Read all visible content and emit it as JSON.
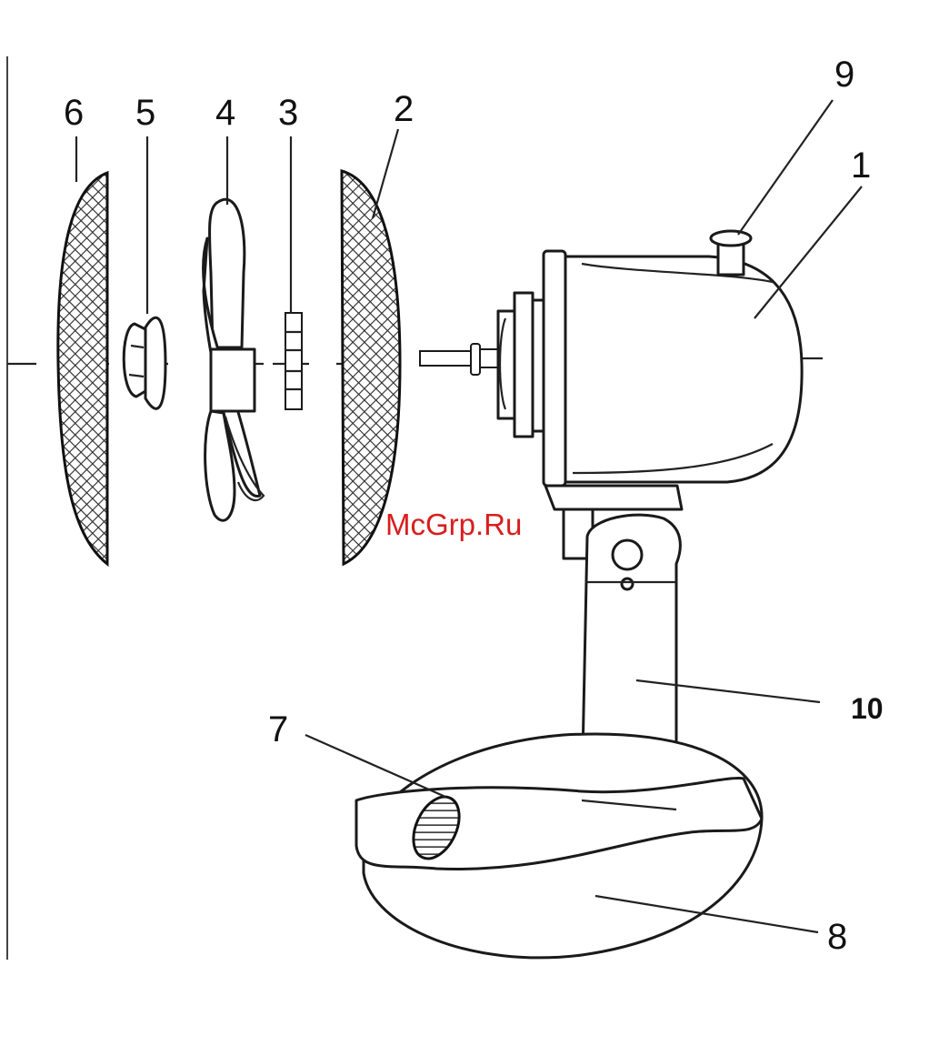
{
  "watermark": "McGrp.Ru",
  "callouts": {
    "n1": "1",
    "n2": "2",
    "n3": "3",
    "n4": "4",
    "n5": "5",
    "n6": "6",
    "n7": "7",
    "n8": "8",
    "n9": "9",
    "n10": "10"
  },
  "icons": {
    "front_grille": "mesh-grille-icon",
    "rear_grille": "mesh-grille-icon",
    "spinner": "spinner-cap-icon",
    "blade": "fan-blade-icon",
    "nut": "grille-nut-icon",
    "motor": "motor-housing-icon",
    "knob": "oscillation-knob-icon",
    "switch": "speed-switch-icon",
    "base": "base-icon",
    "stand": "stand-icon"
  }
}
